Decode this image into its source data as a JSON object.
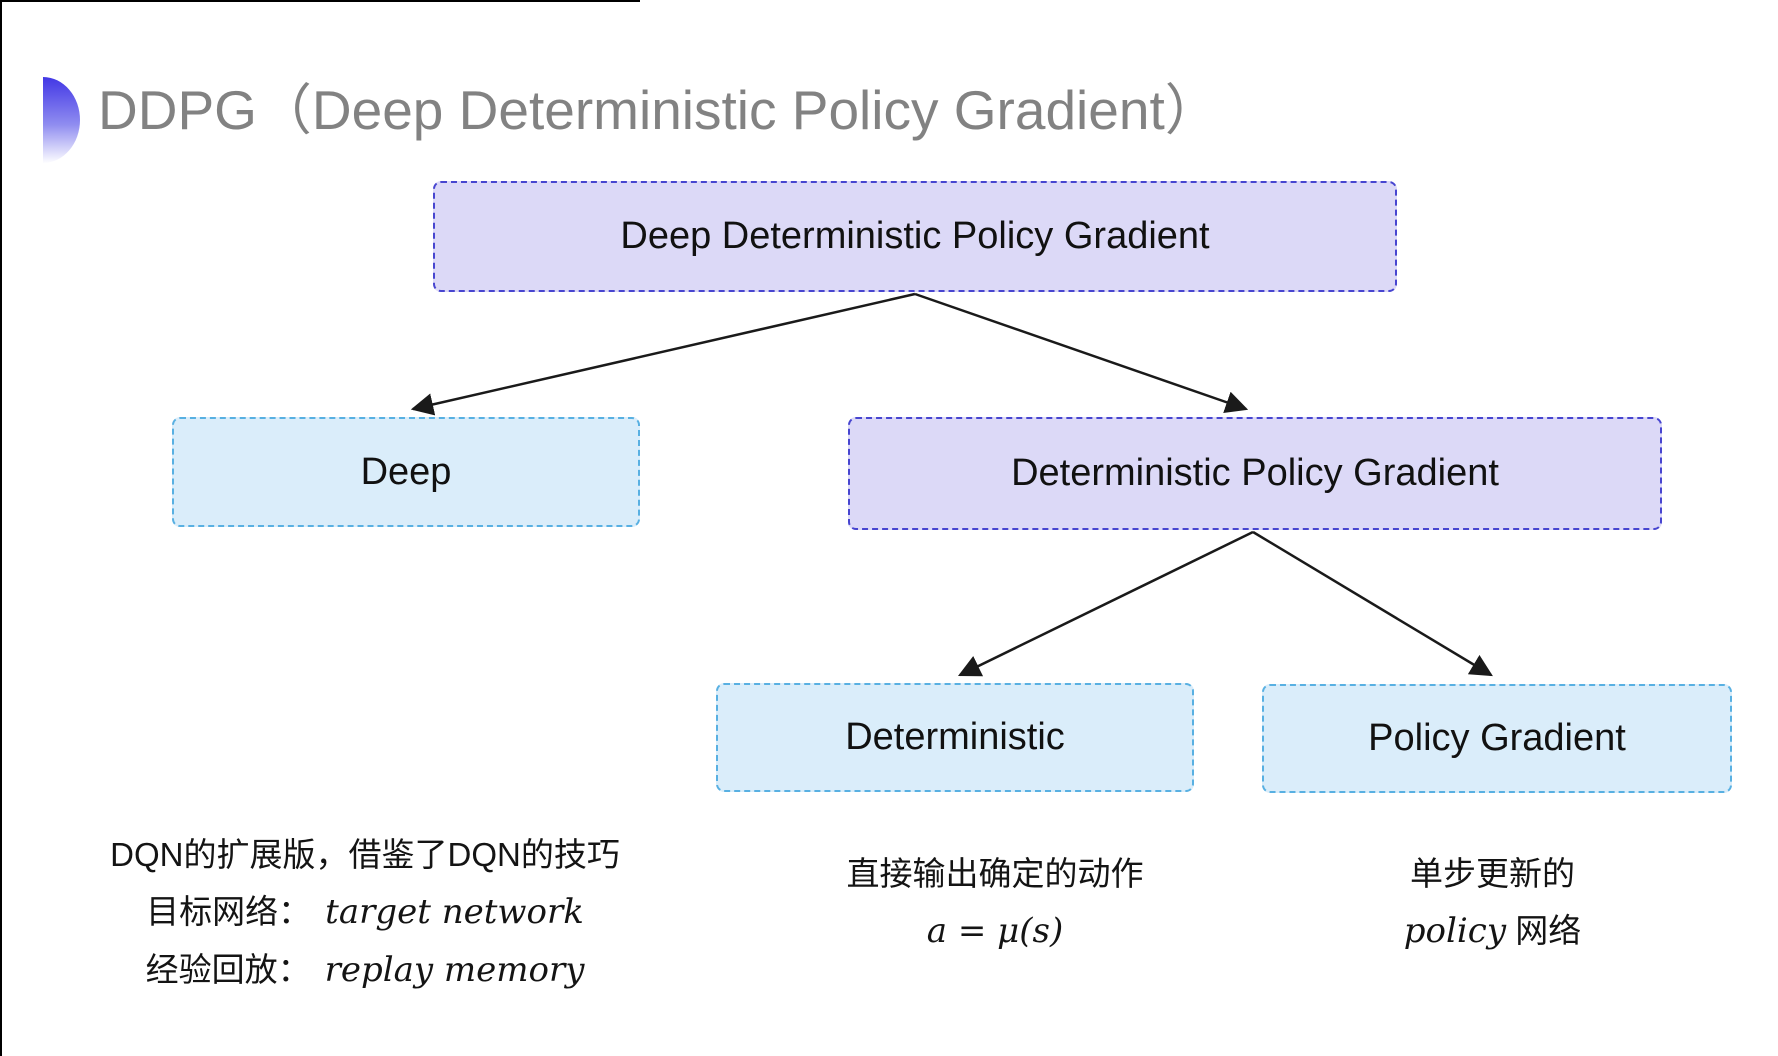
{
  "colors": {
    "page-bg": "#ffffff",
    "frame": "#000000",
    "title": "#828282",
    "bullet-top": "#4237e5",
    "purple-fill": "#dcd9f7",
    "purple-border": "#4745d0",
    "cyan-fill": "#daedfa",
    "cyan-border": "#58b0e2",
    "node-text": "#111111",
    "arrow": "#1a1a1a"
  },
  "title": {
    "text": "DDPG（Deep Deterministic Policy Gradient）"
  },
  "diagram": {
    "nodes": [
      {
        "id": "root",
        "label": "Deep Deterministic Policy Gradient",
        "variant": "purple"
      },
      {
        "id": "deep",
        "label": "Deep",
        "variant": "cyan"
      },
      {
        "id": "dpg",
        "label": "Deterministic Policy Gradient",
        "variant": "purple"
      },
      {
        "id": "det",
        "label": "Deterministic",
        "variant": "cyan"
      },
      {
        "id": "pg",
        "label": "Policy Gradient",
        "variant": "cyan"
      }
    ],
    "edges": [
      {
        "from": "root",
        "to": "deep"
      },
      {
        "from": "root",
        "to": "dpg"
      },
      {
        "from": "dpg",
        "to": "det"
      },
      {
        "from": "dpg",
        "to": "pg"
      }
    ]
  },
  "notes": {
    "deep": {
      "line1": "DQN的扩展版，借鉴了DQN的技巧",
      "line2_label": "目标网络：",
      "line2_term": "target network",
      "line3_label": "经验回放：",
      "line3_term": "replay memory"
    },
    "det": {
      "line1": "直接输出确定的动作",
      "formula": "a = μ(s)"
    },
    "pg": {
      "line1": "单步更新的",
      "term": "policy",
      "suffix": " 网络"
    }
  }
}
